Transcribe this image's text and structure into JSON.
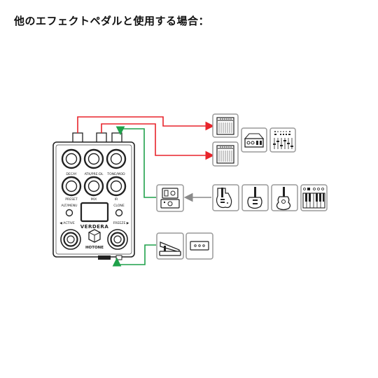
{
  "title": "他のエフェクトペダルと使用する場合：",
  "pedal": {
    "knob_labels_row1": [
      "DECAY",
      "ATK/PRE-DL",
      "TONE/MOD"
    ],
    "knob_labels_row2": [
      "PRESET",
      "MIX",
      "IR"
    ],
    "left_button_label": "ALT/MENU",
    "right_button_label": "CLONE",
    "left_footswitch_label": "◀ ACTIVE",
    "right_footswitch_label": "FREEZE ▶",
    "model_name": "VERDERA",
    "brand": "HOTONE"
  },
  "colors": {
    "output_cable": "#e8242b",
    "input_cable": "#1fa14a",
    "instrument_cable": "#8a8a8a",
    "device_box_border": "#9a9a9a"
  },
  "icons": [
    "amp-icon",
    "amp-icon",
    "audio-interface-icon",
    "mixer-icon",
    "effect-pedal-icon",
    "electric-guitar-icon",
    "bass-guitar-icon",
    "acoustic-guitar-icon",
    "keyboard-icon",
    "expression-pedal-icon",
    "footswitch-icon"
  ]
}
